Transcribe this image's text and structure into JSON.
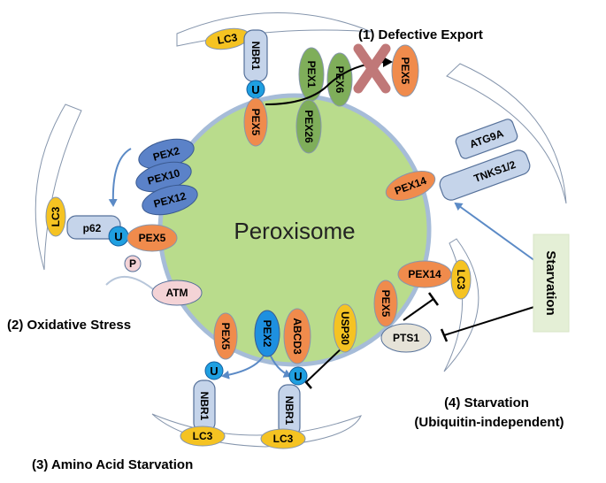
{
  "title": "",
  "center_label": "Peroxisome",
  "pathways": {
    "export": "(1) Defective Export",
    "oxidative": "(2) Oxidative Stress",
    "amino_acid": "(3) Amino Acid Starvation",
    "starvation_line1": "(4) Starvation",
    "starvation_line2": "(Ubiquitin-independent)"
  },
  "starvation_box": "Starvation",
  "ubiquitin": "U",
  "phospho": "P",
  "proteins": {
    "lc3": "LC3",
    "nbr1": "NBR1",
    "p62": "p62",
    "pex1": "PEX1",
    "pex2": "PEX2",
    "pex5": "PEX5",
    "pex6": "PEX6",
    "pex10": "PEX10",
    "pex12": "PEX12",
    "pex14": "PEX14",
    "pex26": "PEX26",
    "abcd3": "ABCD3",
    "usp30": "USP30",
    "atm": "ATM",
    "atg9a": "ATG9A",
    "tnks": "TNKS1/2",
    "pts1": "PTS1"
  },
  "colors": {
    "peroxisome_fill": "#b9dc8c",
    "peroxisome_border": "#a6bcd8",
    "orange": "#f08b4c",
    "yellow": "#f5c322",
    "light_blue": "#c5d4ea",
    "dark_blue": "#5b82c8",
    "green": "#7fae5a",
    "ubiquitin": "#1f9fe0",
    "ubiquitin_pex2": "#1e90e0",
    "atm": "#f4d3d6",
    "pts1": "#e6e3d8",
    "starvation_box": "#e4efd6",
    "arrow_blue": "#5b8ac6",
    "x_mark": "#c07878"
  }
}
